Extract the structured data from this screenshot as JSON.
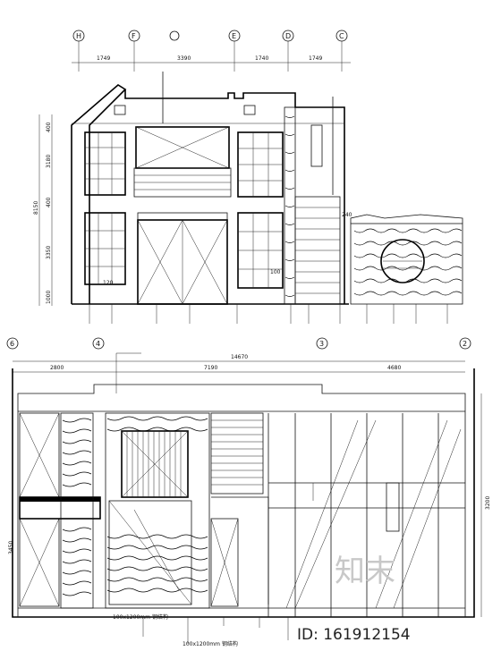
{
  "upper_elevation": {
    "grid_letters": [
      "H",
      "F",
      "E",
      "D",
      "C"
    ],
    "dimensions_top": [
      "1749",
      "3390",
      "1740",
      "1749"
    ],
    "dimensions_left": [
      "400",
      "3180",
      "400",
      "3350",
      "1000"
    ],
    "total_left": "8150",
    "small_labels": [
      "120",
      "100",
      "240"
    ]
  },
  "lower_elevation": {
    "grid_numbers": [
      "6",
      "4",
      "3",
      "2"
    ],
    "total_top": "14670",
    "dimensions_top": [
      "2800",
      "7190",
      "4680"
    ],
    "dimension_right": "3200",
    "dimension_left": "3450",
    "notes": [
      "100x1200mm 钢结构",
      "100x1200mm 钢结构"
    ]
  },
  "watermark": {
    "text": "知末",
    "id": "ID: 161912154"
  }
}
